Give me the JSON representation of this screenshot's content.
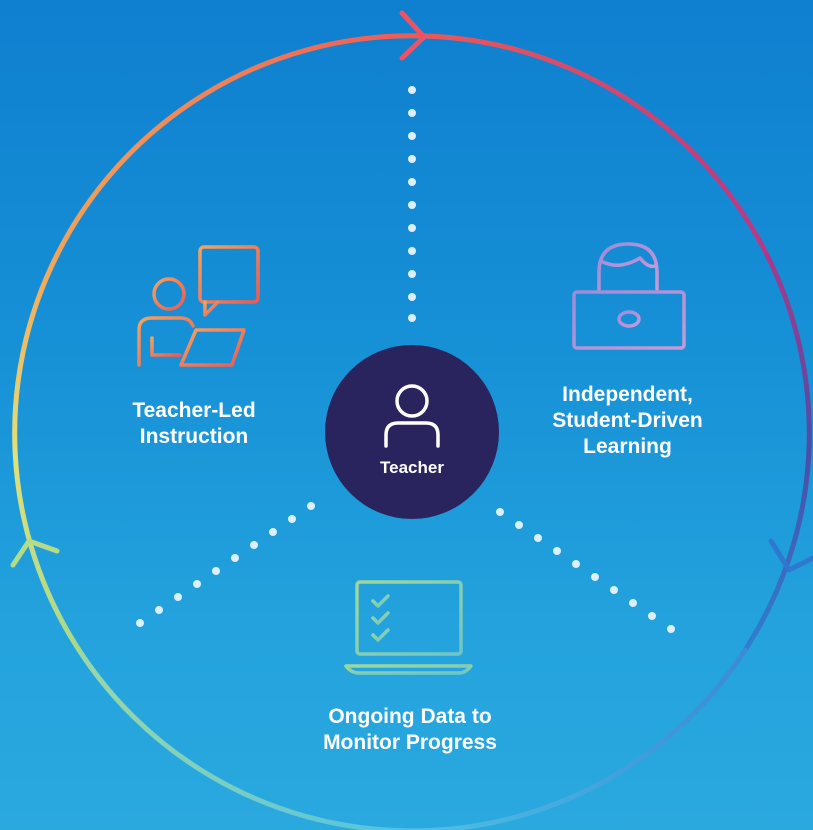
{
  "center": {
    "label": "Teacher"
  },
  "nodes": [
    {
      "line1": "Teacher-Led",
      "line2": "Instruction",
      "icon": "teacher-presentation-icon"
    },
    {
      "line1": "Independent,",
      "line2": "Student-Driven",
      "line3": "Learning",
      "icon": "student-laptop-icon"
    },
    {
      "line1": "Ongoing Data to",
      "line2": "Monitor Progress",
      "icon": "laptop-checklist-icon"
    }
  ],
  "colors": {
    "ring_start": "#ee5a4e",
    "ring_mid": "#a23b8e",
    "ring_blue": "#3c5bb0",
    "ring_cyan": "#3fb5e5",
    "ring_green": "#8ed6b4",
    "ring_yellow": "#f2e07a",
    "ring_orange": "#f39a52",
    "center_fill": "#29245d",
    "dots": "#dcefff"
  }
}
